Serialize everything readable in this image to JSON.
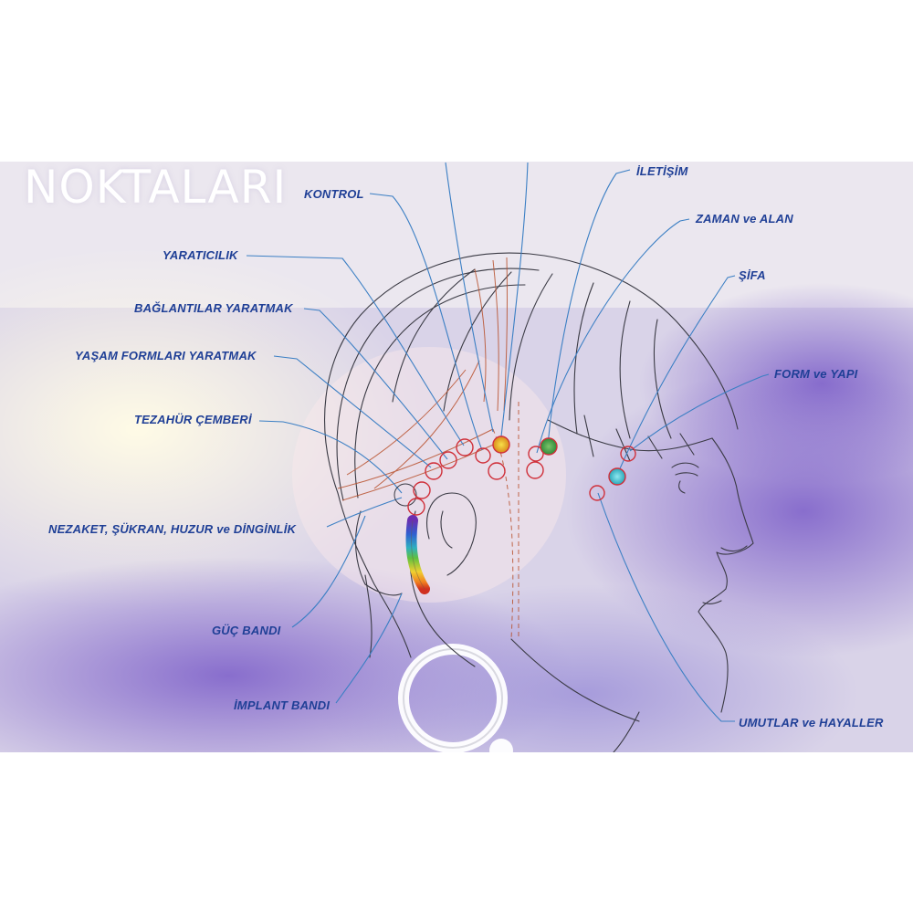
{
  "title": "NOKTALARI",
  "labels": {
    "kontrol": "KONTROL",
    "iletisim": "İLETİŞİM",
    "zaman_ve_alan": "ZAMAN ve ALAN",
    "yaraticilik": "YARATICILIK",
    "sifa": "ŞİFA",
    "baglantilar_yaratmak": "BAĞLANTILAR YARATMAK",
    "yasam_formlari_yaratmak": "YAŞAM FORMLARI YARATMAK",
    "form_ve_yapi": "FORM ve YAPI",
    "tezahur_cemberi": "TEZAHÜR ÇEMBERİ",
    "nezaket": "NEZAKET, ŞÜKRAN, HUZUR ve DİNGİNLİK",
    "guc_bandi": "GÜÇ BANDI",
    "implant_bandi": "İMPLANT BANDI",
    "umutlar_ve_hayaller": "UMUTLAR ve HAYALLER"
  },
  "colors": {
    "label_text": "#1f3f96",
    "leader_line": "#3b7fc4",
    "marker_ring": "#d0303a",
    "sketch_line": "#3a3a44",
    "hair_guide": "#b8502c"
  }
}
